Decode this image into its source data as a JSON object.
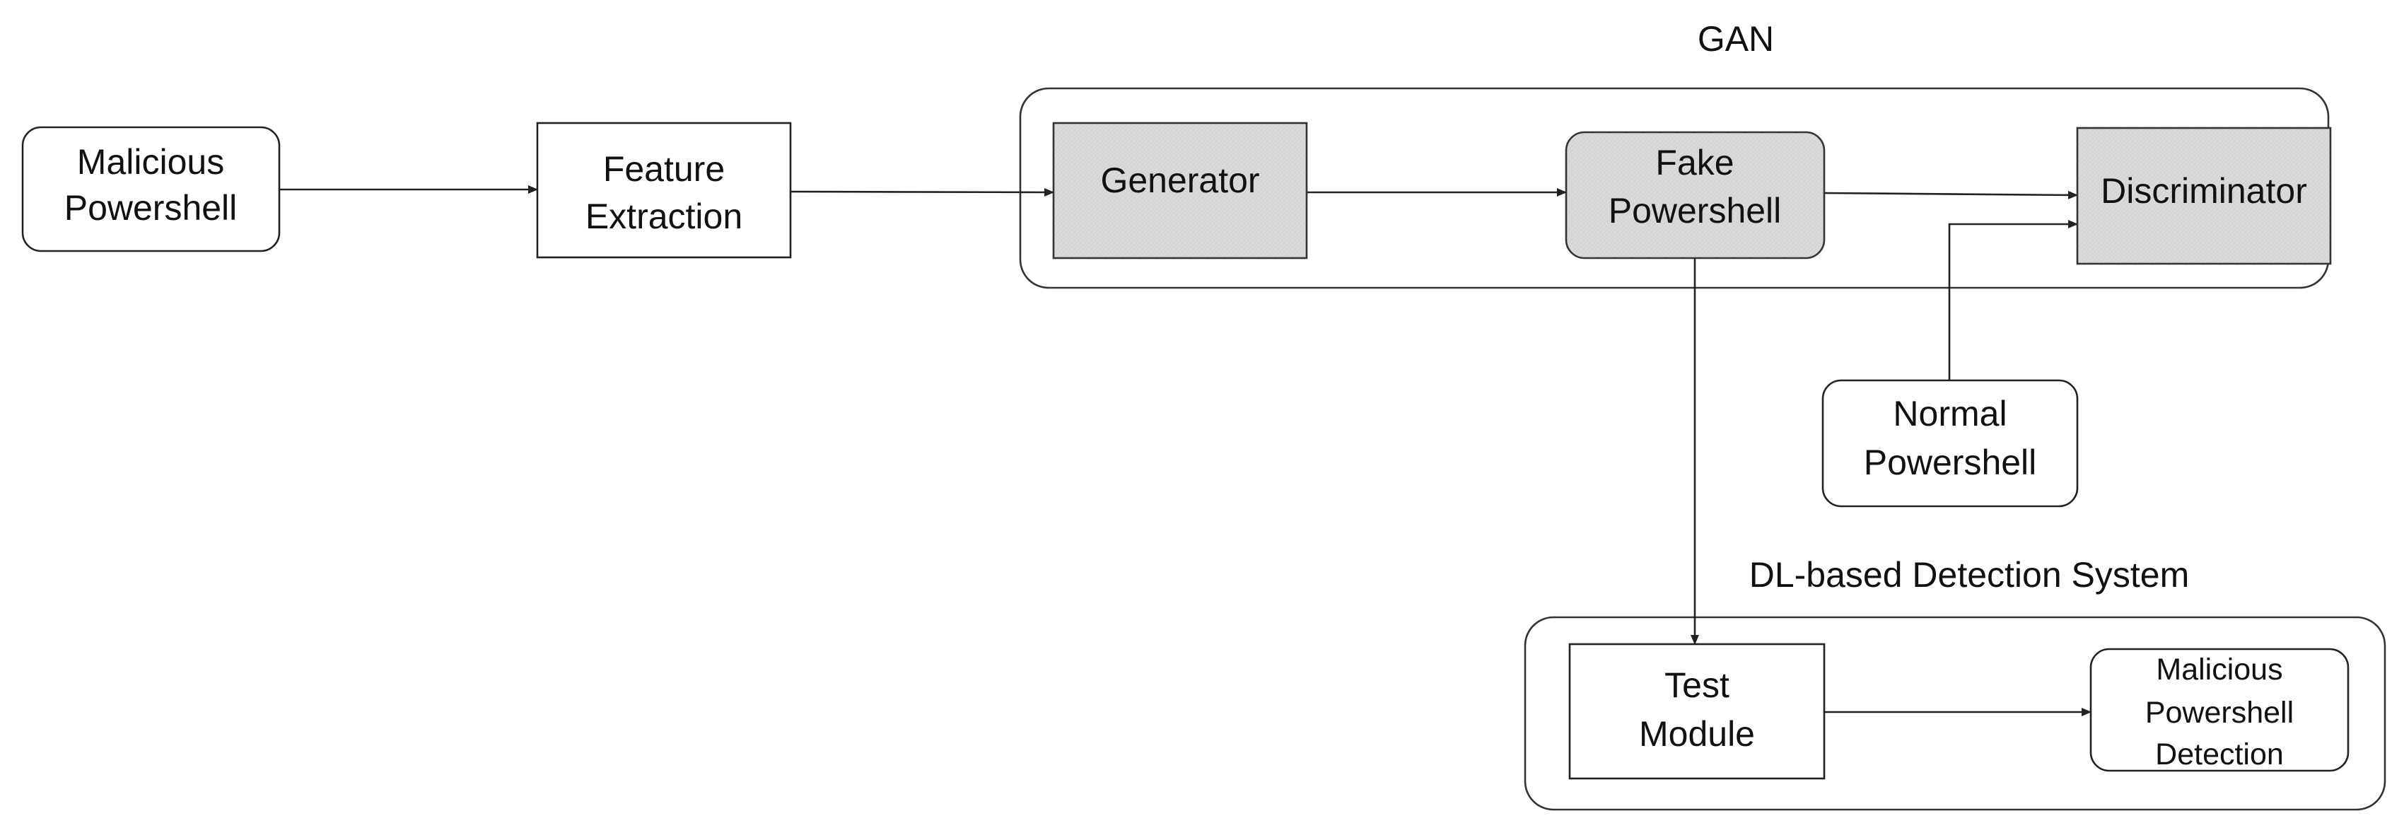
{
  "groups": {
    "gan": {
      "title": "GAN"
    },
    "detection_system": {
      "title": "DL-based Detection System"
    }
  },
  "nodes": {
    "malicious_powershell": {
      "lines": [
        "Malicious",
        "Powershell"
      ]
    },
    "feature_extraction": {
      "lines": [
        "Feature",
        "Extraction"
      ]
    },
    "generator": {
      "lines": [
        "Generator"
      ]
    },
    "fake_powershell": {
      "lines": [
        "Fake",
        "Powershell"
      ]
    },
    "discriminator": {
      "lines": [
        "Discriminator"
      ]
    },
    "normal_powershell": {
      "lines": [
        "Normal",
        "Powershell"
      ]
    },
    "test_module": {
      "lines": [
        "Test",
        "Module"
      ]
    },
    "malicious_powershell_detection": {
      "lines": [
        "Malicious",
        "Powershell",
        "Detection"
      ]
    }
  },
  "edges": [
    {
      "from": "malicious_powershell",
      "to": "feature_extraction"
    },
    {
      "from": "feature_extraction",
      "to": "generator"
    },
    {
      "from": "generator",
      "to": "fake_powershell"
    },
    {
      "from": "fake_powershell",
      "to": "discriminator"
    },
    {
      "from": "normal_powershell",
      "to": "discriminator"
    },
    {
      "from": "fake_powershell",
      "to": "test_module"
    },
    {
      "from": "test_module",
      "to": "malicious_powershell_detection"
    }
  ],
  "colors": {
    "process_fill_gan": "#d9d9d9",
    "default_fill": "#ffffff",
    "stroke": "#222222"
  }
}
